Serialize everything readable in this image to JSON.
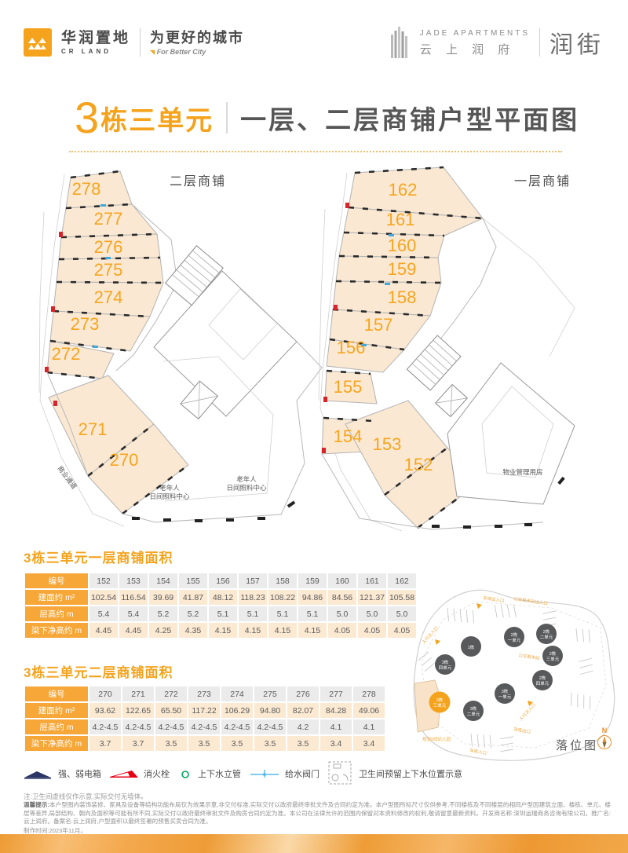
{
  "header": {
    "crland_name": "华润置地",
    "crland_en": "CR LAND",
    "slogan": "为更好的城市",
    "slogan_en": "For Better City",
    "project_en": "JADE APARTMENTS",
    "project_cn": "云 上 润 府",
    "brand": "润街"
  },
  "title": {
    "unit_big": "3",
    "unit_rest": "栋三单元",
    "main": "一层、二层商铺户型平面图"
  },
  "plans": {
    "second": {
      "label": "二层商铺",
      "shops": [
        "278",
        "277",
        "276",
        "275",
        "274",
        "273",
        "272",
        "271",
        "270"
      ],
      "passage": "商业通道",
      "care_l1": "老年人",
      "care_l2": "日间照料中心"
    },
    "first": {
      "label": "一层商铺",
      "shops": [
        "162",
        "161",
        "160",
        "159",
        "158",
        "157",
        "156",
        "155",
        "154",
        "153",
        "152"
      ],
      "property": "物业管理用房"
    }
  },
  "tables": [
    {
      "title": "3栋三单元一层商铺面积",
      "row_labels": [
        "编号",
        "建面约 m²",
        "层高约 m",
        "梁下净高约 m"
      ],
      "rows": [
        [
          "152",
          "153",
          "154",
          "155",
          "156",
          "157",
          "158",
          "159",
          "160",
          "161",
          "162"
        ],
        [
          "102.54",
          "116.54",
          "39.69",
          "41.87",
          "48.12",
          "118.23",
          "108.22",
          "94.86",
          "84.56",
          "121.37",
          "105.58"
        ],
        [
          "5.4",
          "5.4",
          "5.2",
          "5.2",
          "5.1",
          "5.1",
          "5.1",
          "5.1",
          "5.0",
          "5.0",
          "5.0"
        ],
        [
          "4.45",
          "4.45",
          "4.25",
          "4.35",
          "4.15",
          "4.15",
          "4.15",
          "4.15",
          "4.05",
          "4.05",
          "4.05"
        ]
      ]
    },
    {
      "title": "3栋三单元二层商铺面积",
      "row_labels": [
        "编号",
        "建面约 m²",
        "层高约 m",
        "梁下净高约 m"
      ],
      "rows": [
        [
          "270",
          "271",
          "272",
          "273",
          "274",
          "275",
          "276",
          "277",
          "278"
        ],
        [
          "93.62",
          "122.65",
          "65.50",
          "117.22",
          "106.29",
          "94.80",
          "82.07",
          "84.28",
          "49.06"
        ],
        [
          "4.2-4.5",
          "4.2-4.5",
          "4.2-4.5",
          "4.2-4.5",
          "4.2-4.5",
          "4.2-4.5",
          "4.2",
          "4.1",
          "4.1"
        ],
        [
          "3.7",
          "3.7",
          "3.5",
          "3.5",
          "3.5",
          "3.5",
          "3.5",
          "3.4",
          "3.4"
        ]
      ]
    }
  ],
  "legend": {
    "items": [
      {
        "label": "强、弱电箱"
      },
      {
        "label": "消火栓"
      },
      {
        "label": "上下水立管"
      },
      {
        "label": "给水阀门"
      },
      {
        "label": "卫生间预留上下水位置示意"
      }
    ]
  },
  "sitemap": {
    "caption": "落位图",
    "north": "N",
    "buildings": [
      {
        "l1": "1栋",
        "l2": ""
      },
      {
        "l1": "2栋",
        "l2": "一单元"
      },
      {
        "l1": "2栋",
        "l2": "二单元"
      },
      {
        "l1": "2栋",
        "l2": "三单元"
      },
      {
        "l1": "2栋",
        "l2": "四单元"
      },
      {
        "l1": "3栋",
        "l2": "四单元"
      },
      {
        "l1": "3栋",
        "l2": "一单元"
      },
      {
        "l1": "3栋",
        "l2": "二单元"
      }
    ],
    "current": {
      "l1": "3栋",
      "l2": "三单元"
    },
    "labels": {
      "garage_gate": "车库出入口",
      "bus_gate": "公交首末站出入口",
      "main_entry": "人行主入口",
      "bus_station": "公交首末站",
      "side_entry": "人行次入口",
      "garage_exit": "车库出口",
      "garage_entry": "车库入口",
      "kindergarten": "规划9班幼儿园"
    }
  },
  "notes": {
    "note1": "注:卫生间虚线仅作示意,实际交付无墙体。",
    "tip_label": "温馨提示:",
    "tip_body": "本户型图内装饰装修、家具及设备等结构功能布局仅为效果示意,非交付标准,实际交付以政府最终审批文件及合同约定为准。本户型图所标尺寸仅供参考,不同楼栋及不同楼层的相同户型因建筑立面、楼栋、单元、楼层等差异,局部结构、朝向及面积等可能有所不同,实际交付以政府最终审批文件及购房合同约定为准。本公司在法律允许的范围内保留对本资料修改的权利,敬请留意最新资料。开发商名称:深圳运瑞商务咨询有限公司。推广名:云上润府。备案名:云上润府,户型面积以最终签署的预售买卖合同为准。",
    "date": "制作时间:2023年11月。"
  }
}
